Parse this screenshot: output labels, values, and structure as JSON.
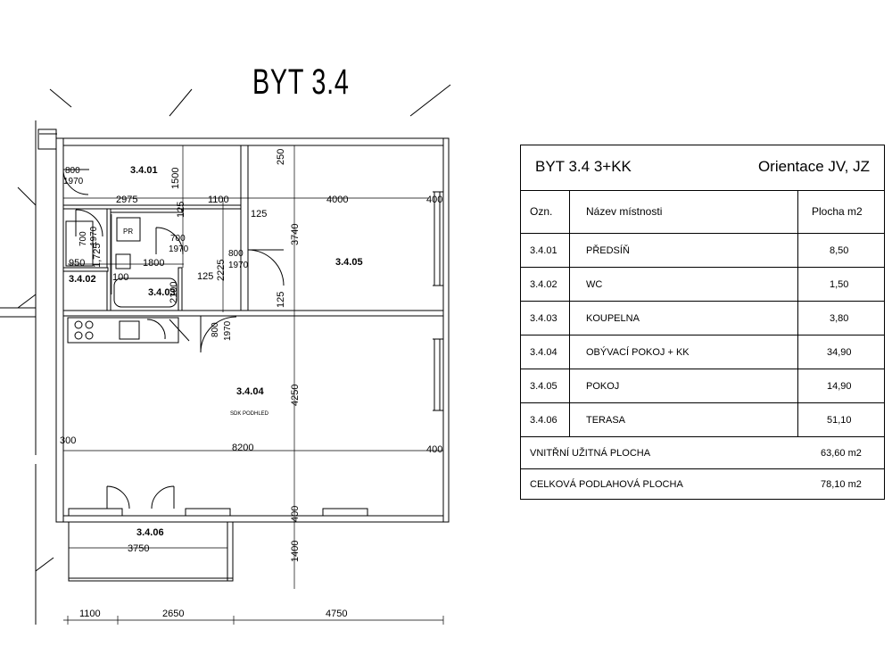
{
  "title": "BYT 3.4",
  "plan": {
    "room_labels": {
      "r1": "3.4.01",
      "r2": "3.4.02",
      "r3": "3.4.03",
      "r4": "3.4.04",
      "r5": "3.4.05",
      "r6": "3.4.06"
    },
    "sdk": "SDK PODHLED",
    "pr": "PR",
    "dims": {
      "d2975": "2975",
      "d1100a": "1100",
      "d4000": "4000",
      "d400a": "400",
      "d1500": "1500",
      "d250": "250",
      "d125a": "125",
      "d125b": "125",
      "d125c": "125",
      "d125d": "125",
      "d3740": "3740",
      "d2225": "2225",
      "d2100": "2100",
      "d1725": "1,725",
      "d950": "950",
      "d1800": "1800",
      "d100": "100",
      "d800a": "800",
      "d1970a": "1970",
      "d700a": "700",
      "d1970b": "1970",
      "d700b": "700",
      "d1970c": "1970",
      "d800b": "800",
      "d1970d": "1970",
      "d800c": "800",
      "d1970e": "1970",
      "d4250": "4250",
      "d300": "300",
      "d8200": "8200",
      "d400b": "400",
      "d400c": "400",
      "d3750": "3750",
      "d1400": "1400",
      "d1100b": "1100",
      "d2650": "2650",
      "d4750": "4750"
    }
  },
  "table": {
    "heading": "BYT 3.4  3+KK",
    "orientation": "Orientace JV, JZ",
    "col_code": "Ozn.",
    "col_name": "Název místnosti",
    "col_area": "Plocha m2",
    "rows": [
      {
        "code": "3.4.01",
        "name": "PŘEDSÍŇ",
        "area": "8,50"
      },
      {
        "code": "3.4.02",
        "name": "WC",
        "area": "1,50"
      },
      {
        "code": "3.4.03",
        "name": "KOUPELNA",
        "area": "3,80"
      },
      {
        "code": "3.4.04",
        "name": "OBÝVACÍ POKOJ + KK",
        "area": "34,90"
      },
      {
        "code": "3.4.05",
        "name": "POKOJ",
        "area": "14,90"
      },
      {
        "code": "3.4.06",
        "name": "TERASA",
        "area": "51,10"
      }
    ],
    "inner_label": "VNITŘNÍ UŽITNÁ PLOCHA",
    "inner_value": "63,60 m2",
    "total_label": "CELKOVÁ PODLAHOVÁ PLOCHA",
    "total_value": "78,10 m2"
  }
}
